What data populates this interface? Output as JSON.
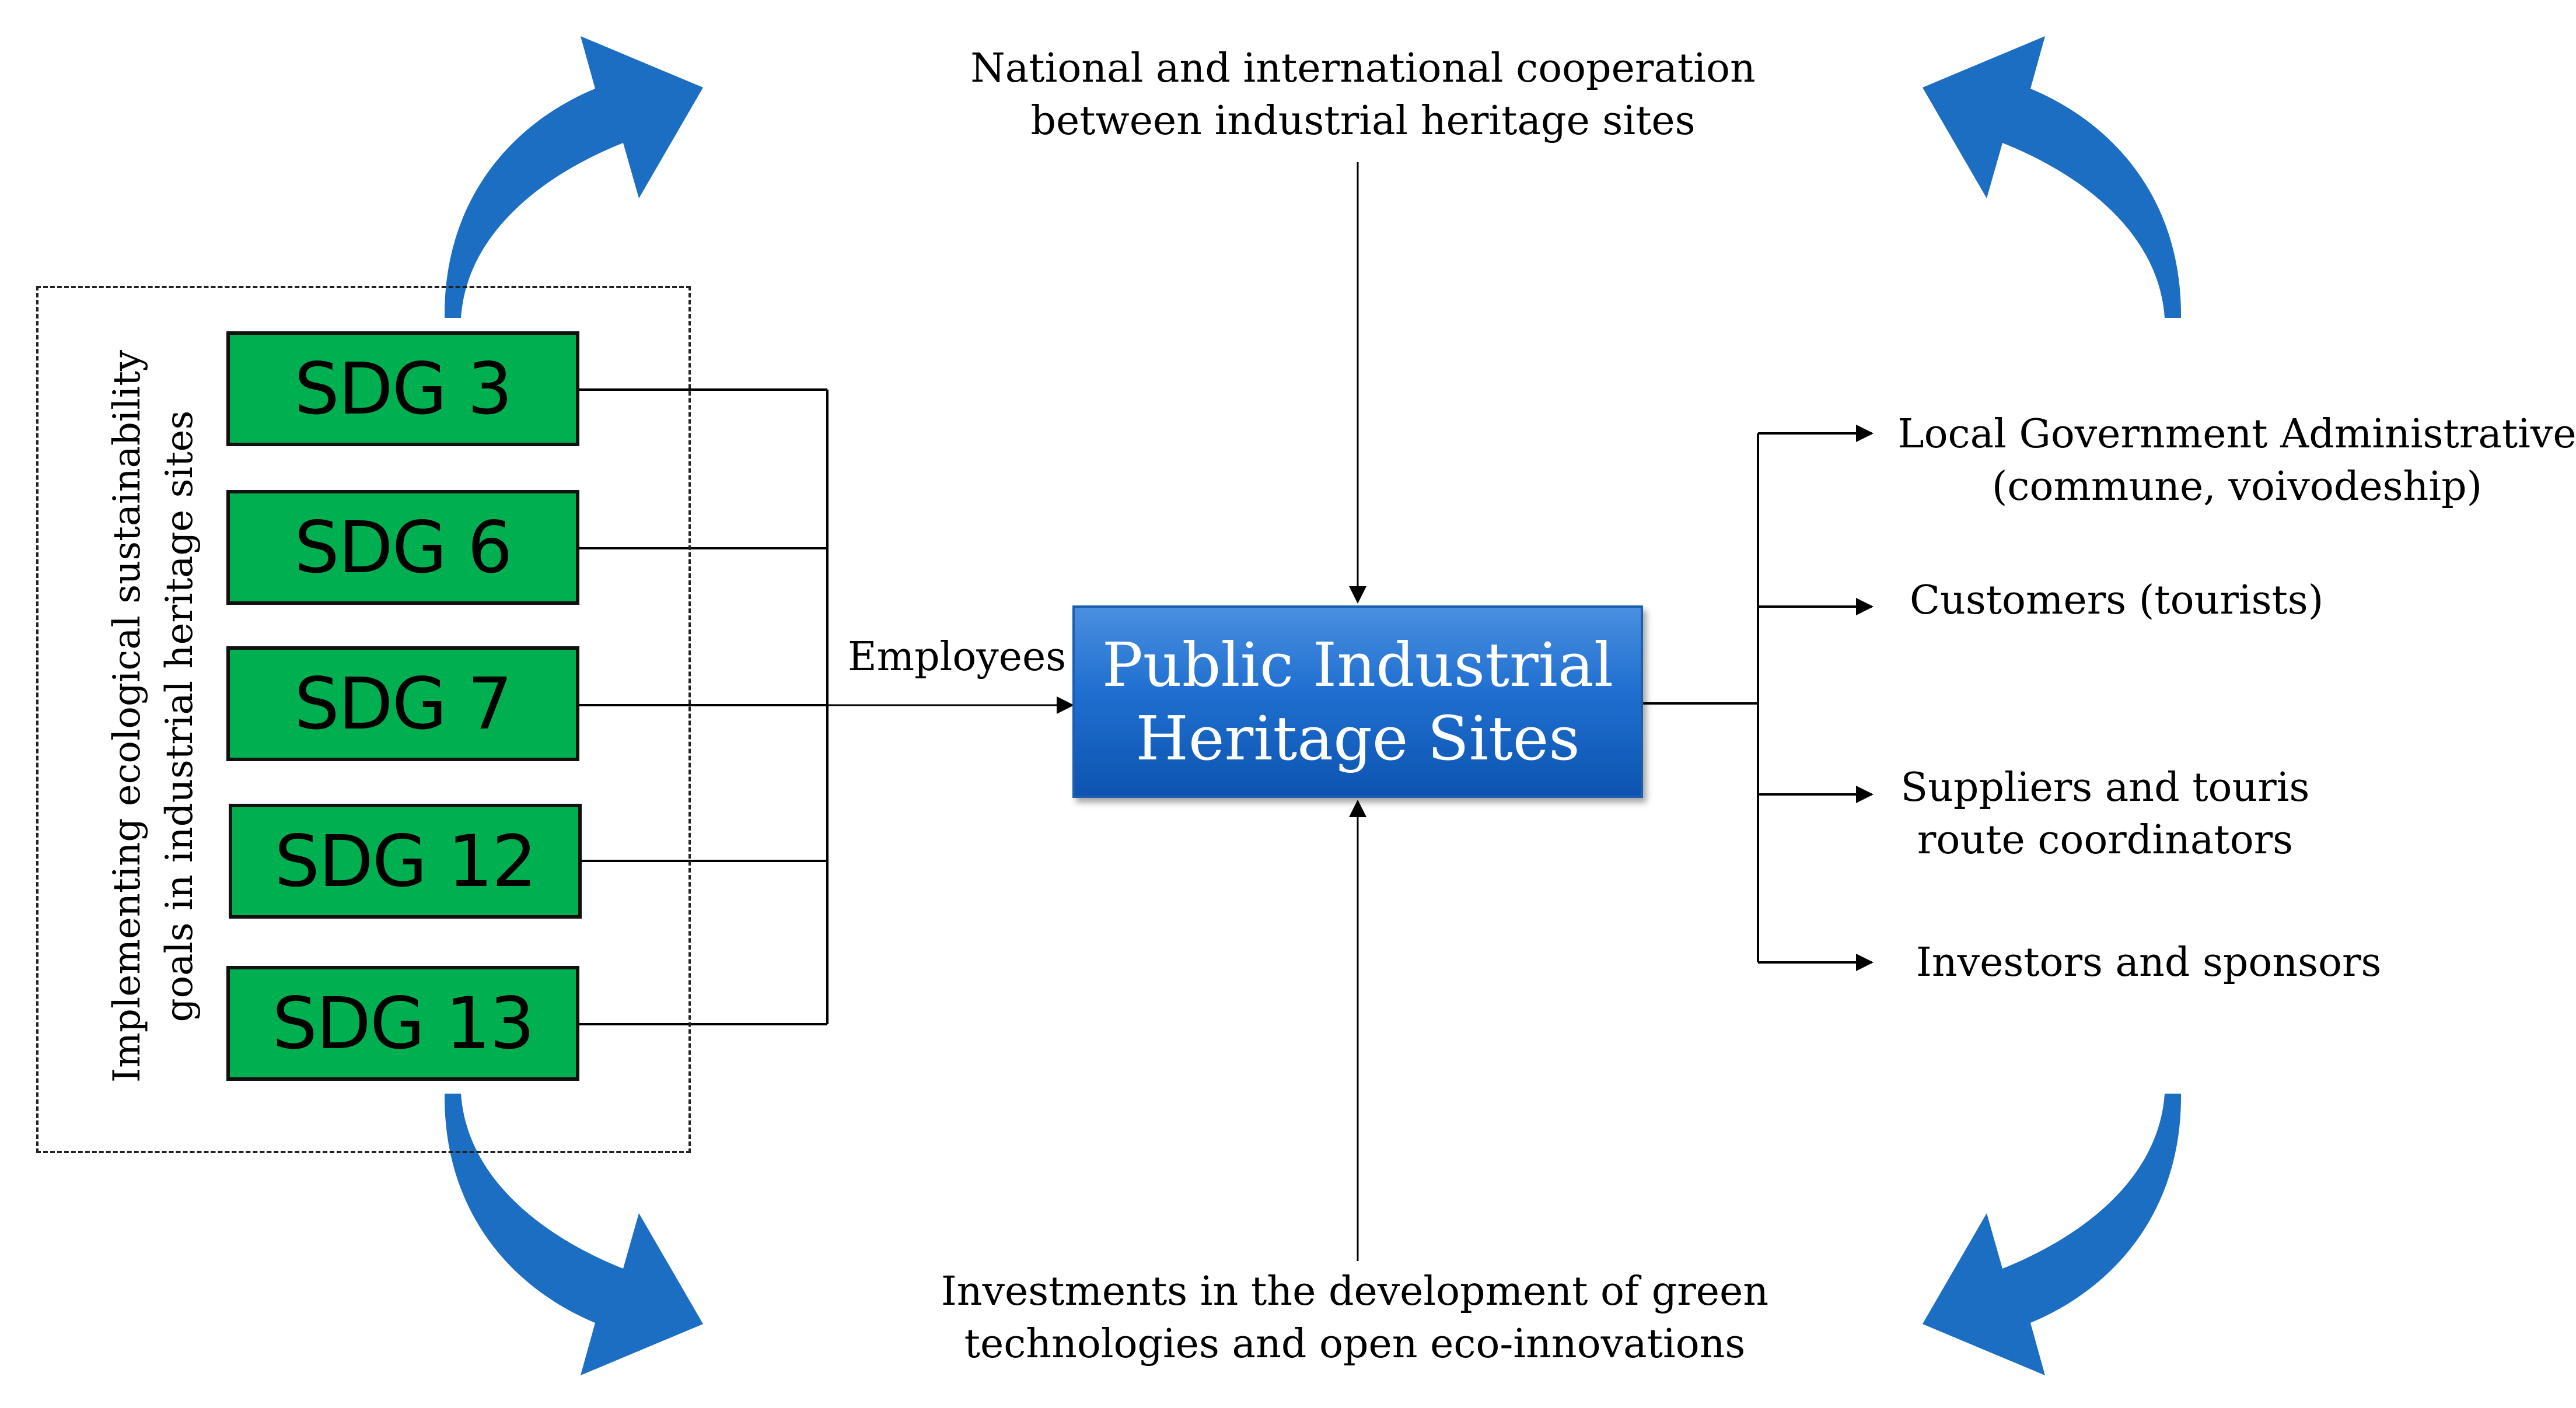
{
  "left_group_label": {
    "line1": "Implementing ecological sustainability",
    "line2": "goals in industrial heritage sites"
  },
  "sdgs": [
    {
      "label": "SDG 3"
    },
    {
      "label": "SDG 6"
    },
    {
      "label": "SDG 7"
    },
    {
      "label": "SDG 12"
    },
    {
      "label": "SDG 13"
    }
  ],
  "employees_label": "Employees",
  "central_box": {
    "line1": "Public Industrial",
    "line2": "Heritage Sites"
  },
  "top_input": {
    "line1": "National and international  cooperation",
    "line2": "between industrial  heritage sites"
  },
  "bottom_input": {
    "line1": "Investments in the development of green",
    "line2": "technologies and open eco-innovations"
  },
  "stakeholders": [
    {
      "line1": "Local Government Administrative",
      "line2": "(commune, voivodeship)"
    },
    {
      "line1": "Customers (tourists)",
      "line2": ""
    },
    {
      "line1": "Suppliers and touris",
      "line2": "route coordinators"
    },
    {
      "line1": "Investors and sponsors",
      "line2": ""
    }
  ],
  "colors": {
    "sdg_fill": "#00b050",
    "central_fill": "#1f6fd0",
    "curved_arrow": "#1b6ec2"
  }
}
